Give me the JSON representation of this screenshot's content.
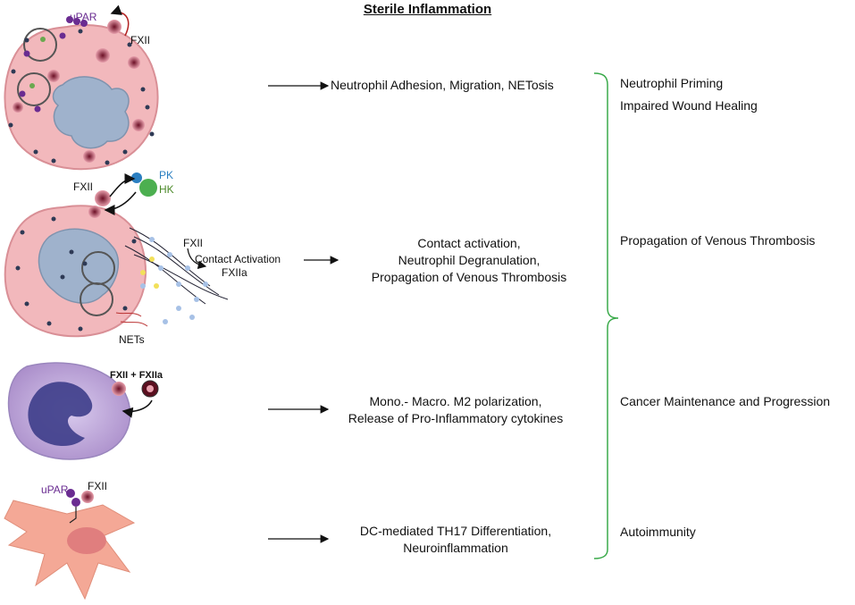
{
  "title": "Sterile Inflammation",
  "cell_labels": {
    "upar_top": "uPAR",
    "fxii_top": "FXII",
    "fxii_mid": "FXII",
    "pk": "PK",
    "hk": "HK",
    "fxii_contact": "FXII",
    "contact_activation": "Contact Activation",
    "fxiia": "FXIIa",
    "nets": "NETs",
    "fxii_fxiia": "FXII + FXIIa",
    "upar_dc": "uPAR",
    "fxii_dc": "FXII"
  },
  "effects": [
    {
      "lines": [
        "Neutrophil Adhesion, Migration, NETosis"
      ]
    },
    {
      "lines": [
        "Contact activation,",
        "Neutrophil Degranulation,",
        "Propagation of Venous Thrombosis"
      ]
    },
    {
      "lines": [
        "Mono.- Macro. M2 polarization,",
        "Release of Pro-Inflammatory cytokines"
      ]
    },
    {
      "lines": [
        "DC-mediated TH17 Differentiation,",
        "Neuroinflammation"
      ]
    }
  ],
  "outcomes": [
    "Neutrophil Priming",
    "Impaired Wound Healing",
    "Propagation of Venous Thrombosis",
    "Cancer Maintenance and Progression",
    "Autoimmunity"
  ],
  "colors": {
    "neutrophil": "#f2b8bc",
    "nucleus": "#9fb2cc",
    "monocyte": "#b9a3d6",
    "monocyte_nucleus": "#3d3d8a",
    "dendritic": "#f4a896",
    "granule": "#9b1f3c",
    "upar": "#6a2c91",
    "pk": "#2b7fc1",
    "hk": "#4caf50",
    "bracket": "#3aaa4a"
  }
}
